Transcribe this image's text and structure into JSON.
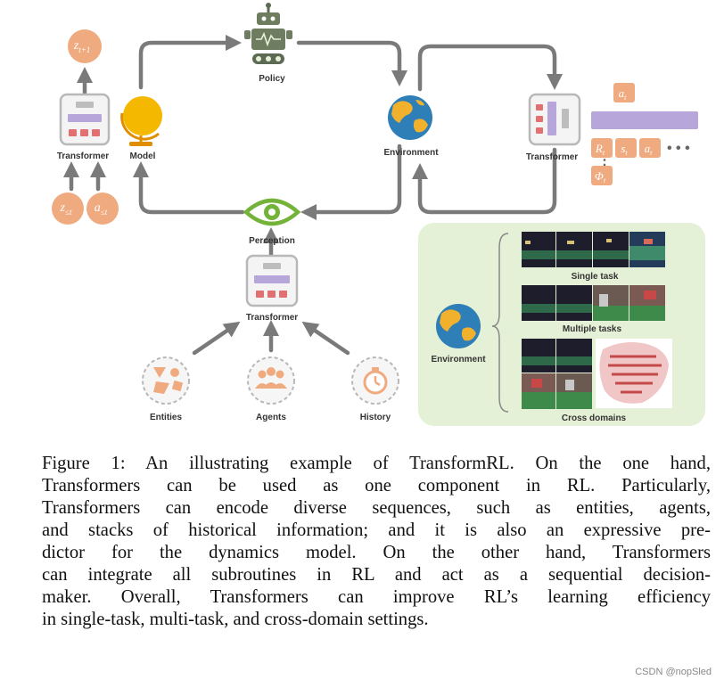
{
  "labels": {
    "policy": "Policy",
    "environment_top": "Environment",
    "model": "Model",
    "transformer_left": "Transformer",
    "transformer_right": "Transformer",
    "transformer_center": "Transformer",
    "perception": "Perception",
    "entities": "Entities",
    "agents": "Agents",
    "history": "History",
    "environment_panel": "Environment",
    "single_task": "Single task",
    "multiple_tasks": "Multiple tasks",
    "cross_domains": "Cross domains"
  },
  "tokens": {
    "z_next_base": "z",
    "z_next_sub": "t+1",
    "z_le_base": "z",
    "z_le_sub": "≤t",
    "a_le_base": "a",
    "a_le_sub": "≤t",
    "a_t_base": "a",
    "a_t_sub": "t",
    "R_base": "R",
    "R_sub": "t",
    "s_base": "s",
    "s_sub": "t",
    "a2_base": "a",
    "a2_sub": "t",
    "phi_base": "Φ",
    "phi_sub": "t",
    "ellipsis": "• • •",
    "vdots": "⋮"
  },
  "colors": {
    "orange_token": "#f0aa7f",
    "purple_bar": "#b6a6d9",
    "green_eye": "#73b33a",
    "gray_arrow": "#7a7a7a",
    "panel_bg": "#e5f1d7"
  },
  "caption": {
    "lines": [
      "Figure 1: An illustrating example of TransformRL. On the one hand,",
      "Transformers can be used as one component in RL. Particularly,",
      "Transformers can encode diverse sequences, such as entities, agents,",
      "and stacks of historical information; and it is also an expressive pre-",
      "dictor for the dynamics model.  On the other hand, Transformers",
      "can integrate all subroutines in RL and act as a sequential decision-",
      "maker. Overall, Transformers can improve RL’s learning efficiency",
      "in single-task, multi-task, and cross-domain settings."
    ]
  },
  "watermark": "CSDN @nopSled"
}
